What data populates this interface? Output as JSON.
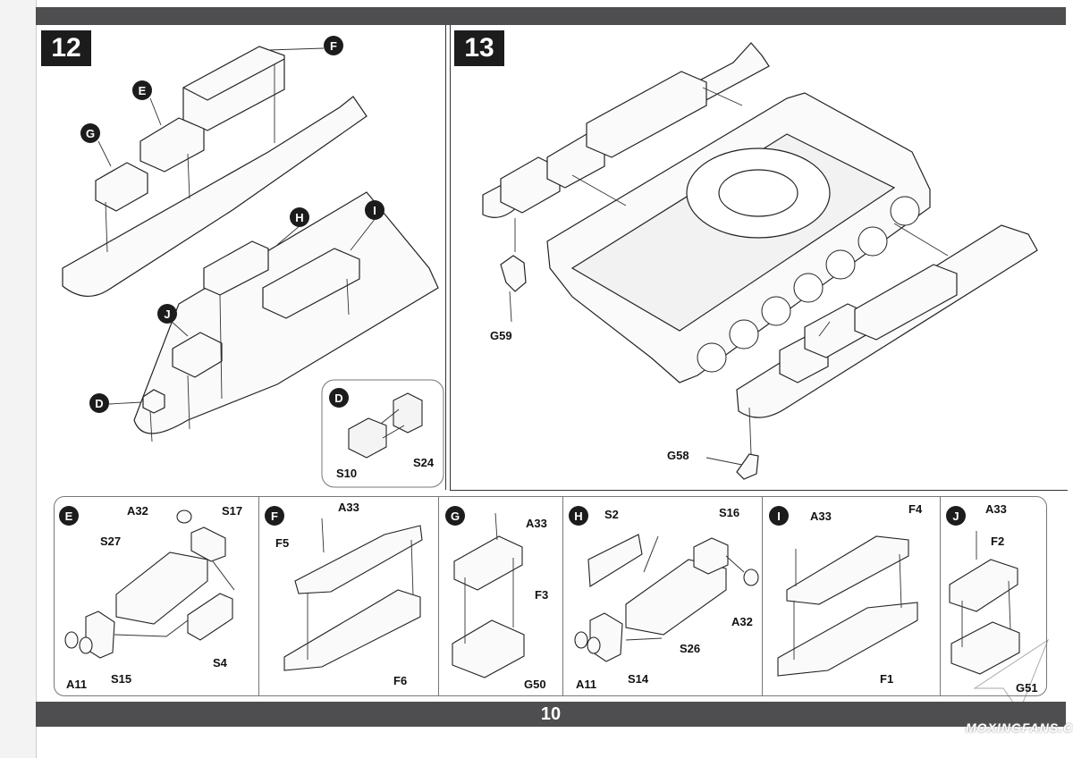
{
  "page_number": "10",
  "steps": {
    "step12": {
      "number": "12",
      "callouts": {
        "f": "F",
        "e": "E",
        "g": "G",
        "h": "H",
        "i": "I",
        "j": "J",
        "d": "D"
      },
      "inset": {
        "callout": "D",
        "parts": {
          "s10": "S10",
          "s24": "S24"
        }
      }
    },
    "step13": {
      "number": "13",
      "parts": {
        "g59": "G59",
        "g58": "G58"
      }
    }
  },
  "subassemblies": {
    "e": {
      "callout": "E",
      "parts": {
        "a32": "A32",
        "s17": "S17",
        "s27": "S27",
        "s4": "S4",
        "a11": "A11",
        "s15": "S15"
      }
    },
    "f": {
      "callout": "F",
      "parts": {
        "a33": "A33",
        "f5": "F5",
        "f6": "F6"
      }
    },
    "g": {
      "callout": "G",
      "parts": {
        "a33": "A33",
        "f3": "F3",
        "g50": "G50"
      }
    },
    "h": {
      "callout": "H",
      "parts": {
        "s2": "S2",
        "s16": "S16",
        "a32": "A32",
        "s26": "S26",
        "a11": "A11",
        "s14": "S14"
      }
    },
    "i": {
      "callout": "I",
      "parts": {
        "a33": "A33",
        "f4": "F4",
        "f1": "F1"
      }
    },
    "j": {
      "callout": "J",
      "parts": {
        "a33": "A33",
        "f2": "F2",
        "g51": "G51"
      }
    }
  },
  "watermark": "MOXINGFANS.COM",
  "colors": {
    "bar": "#4e4e50",
    "callout": "#1c1c1c"
  }
}
